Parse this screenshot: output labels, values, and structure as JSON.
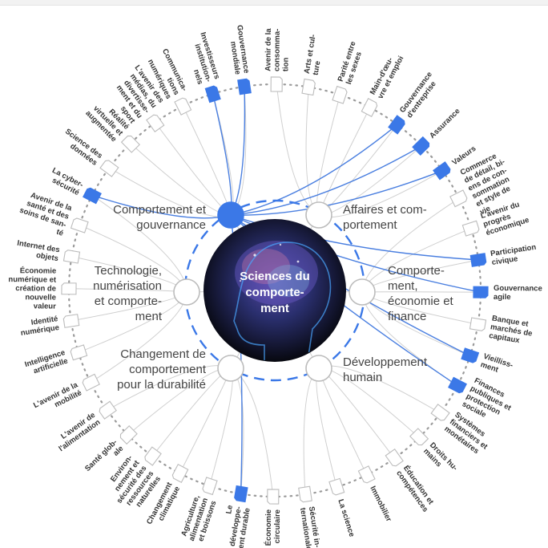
{
  "center": {
    "lines": [
      "Sciences du",
      "comporte-",
      "ment"
    ]
  },
  "hubs": [
    {
      "id": "comportement-gouvernance",
      "lines": [
        "Comportement et",
        "gouvernance"
      ],
      "active": true
    },
    {
      "id": "affaires-comportement",
      "lines": [
        "Affaires et com-",
        "portement"
      ],
      "active": false
    },
    {
      "id": "technologie",
      "lines": [
        "Technologie,",
        "numérisation",
        "et comporte-",
        "ment"
      ],
      "active": false
    },
    {
      "id": "economie-finance",
      "lines": [
        "Comporte-",
        "ment,",
        "économie et",
        "finance"
      ],
      "active": false
    },
    {
      "id": "changement-durabilite",
      "lines": [
        "Changement de",
        "comportement",
        "pour la durabilité"
      ],
      "active": false
    },
    {
      "id": "developpement-humain",
      "lines": [
        "Développement",
        "humain"
      ],
      "active": false
    }
  ],
  "topics": [
    {
      "lines": [
        "Gouvernance",
        "mondiale"
      ],
      "highlighted": true
    },
    {
      "lines": [
        "Avenir de la",
        "consomma-",
        "tion"
      ],
      "highlighted": false
    },
    {
      "lines": [
        "Arts et cul-",
        "ture"
      ],
      "highlighted": false
    },
    {
      "lines": [
        "Parité entre",
        "les sexes"
      ],
      "highlighted": false
    },
    {
      "lines": [
        "Main-d'œu-",
        "vre et emploi"
      ],
      "highlighted": false
    },
    {
      "lines": [
        "Gouvernance",
        "d'entreprise"
      ],
      "highlighted": true
    },
    {
      "lines": [
        "Assurance"
      ],
      "highlighted": true
    },
    {
      "lines": [
        "Valeurs"
      ],
      "highlighted": true
    },
    {
      "lines": [
        "Commerce",
        "de détail, bi-",
        "ens de con-",
        "sommation",
        "et style de",
        "vie"
      ],
      "highlighted": false
    },
    {
      "lines": [
        "L'avenir du",
        "progrès",
        "économique"
      ],
      "highlighted": false
    },
    {
      "lines": [
        "Participation",
        "civique"
      ],
      "highlighted": true
    },
    {
      "lines": [
        "Gouvernance",
        "agile"
      ],
      "highlighted": true
    },
    {
      "lines": [
        "Banque et",
        "marchés de",
        "capitaux"
      ],
      "highlighted": false
    },
    {
      "lines": [
        "Vieilliss-",
        "ment"
      ],
      "highlighted": true
    },
    {
      "lines": [
        "Finances",
        "publiques et",
        "protection",
        "sociale"
      ],
      "highlighted": true
    },
    {
      "lines": [
        "Systèmes",
        "financiers et",
        "monétaires"
      ],
      "highlighted": false
    },
    {
      "lines": [
        "Droits hu-",
        "mains"
      ],
      "highlighted": false
    },
    {
      "lines": [
        "Éducation et",
        "compétences"
      ],
      "highlighted": false
    },
    {
      "lines": [
        "Immobilier"
      ],
      "highlighted": false
    },
    {
      "lines": [
        "La science"
      ],
      "highlighted": false
    },
    {
      "lines": [
        "Sécurité in-",
        "ternationale"
      ],
      "highlighted": false
    },
    {
      "lines": [
        "Économie",
        "circulaire"
      ],
      "highlighted": false
    },
    {
      "lines": [
        "Le",
        "développe-",
        "ment durable"
      ],
      "highlighted": true
    },
    {
      "lines": [
        "Agriculture,",
        "alimentation",
        "et boissons"
      ],
      "highlighted": false
    },
    {
      "lines": [
        "Changement",
        "climatique"
      ],
      "highlighted": false
    },
    {
      "lines": [
        "Environ-",
        "nement et",
        "sécurité des",
        "ressources",
        "naturelles"
      ],
      "highlighted": false
    },
    {
      "lines": [
        "Santé glob-",
        "ale"
      ],
      "highlighted": false
    },
    {
      "lines": [
        "L'avenir de",
        "l'alimentation"
      ],
      "highlighted": false
    },
    {
      "lines": [
        "L'avenir de la",
        "mobilité"
      ],
      "highlighted": false
    },
    {
      "lines": [
        "Intelligence",
        "artificielle"
      ],
      "highlighted": false
    },
    {
      "lines": [
        "Identité",
        "numérique"
      ],
      "highlighted": false
    },
    {
      "lines": [
        "Économie",
        "numérique et",
        "création de",
        "nouvelle",
        "valeur"
      ],
      "highlighted": false
    },
    {
      "lines": [
        "Internet des",
        "objets"
      ],
      "highlighted": false
    },
    {
      "lines": [
        "Avenir de la",
        "santé et des",
        "soins de san-",
        "té"
      ],
      "highlighted": false
    },
    {
      "lines": [
        "La cyber-",
        "sécurité"
      ],
      "highlighted": true
    },
    {
      "lines": [
        "Science des",
        "données"
      ],
      "highlighted": false
    },
    {
      "lines": [
        "Réalité",
        "virtuelle et",
        "augmentée"
      ],
      "highlighted": false
    },
    {
      "lines": [
        "L'avenir des",
        "médias, du",
        "divertisse-",
        "ment et du",
        "sport"
      ],
      "highlighted": false
    },
    {
      "lines": [
        "Communica-",
        "tions",
        "numériques"
      ],
      "highlighted": false
    },
    {
      "lines": [
        "Investisseurs",
        "institution-",
        "nels"
      ],
      "highlighted": true
    }
  ],
  "colors": {
    "accent": "#3b78e7",
    "link": "#4a7fe0",
    "faint_link": "#cfcfcf",
    "node_border": "#bcbcbc",
    "ring": "#9a9a9a",
    "center_bg": "#111111"
  }
}
